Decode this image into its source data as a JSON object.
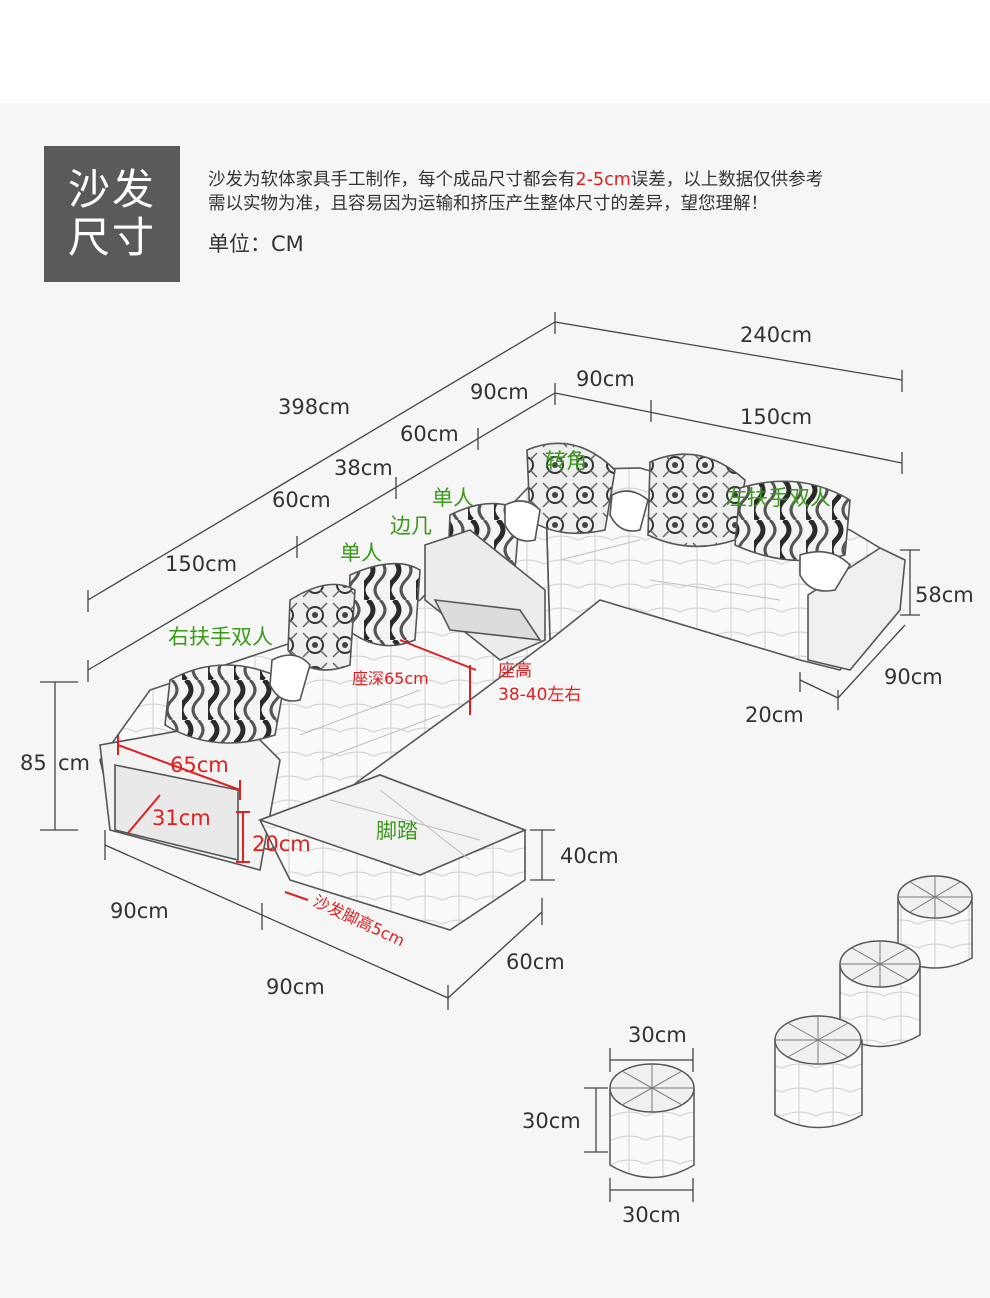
{
  "header": {
    "title_line1": "沙发",
    "title_line2": "尺寸",
    "notice_part1": "沙发为软体家具手工制作，每个成品尺寸都会有",
    "notice_highlight": "2-5cm",
    "notice_part2": "误差，以上数据仅供参考",
    "notice_line2": "需以实物为准，且容易因为运输和挤压产生整体尺寸的差异，望您理解！",
    "unit_label": "单位：CM"
  },
  "components": {
    "corner": "转角",
    "single_back": "单人",
    "side_table": "边几",
    "single_front": "单人",
    "left_loveseat": "左扶手双人",
    "right_loveseat": "右扶手双人",
    "footstool": "脚踏"
  },
  "dimensions": {
    "back_total": "240cm",
    "back_corner": "90cm",
    "back_left_seat": "150cm",
    "left_total": "398cm",
    "left_corner": "90cm",
    "left_single1": "60cm",
    "left_side_table": "38cm",
    "left_single2": "60cm",
    "left_loveseat": "150cm",
    "right_height": "58cm",
    "right_depth": "90cm",
    "right_arm": "20cm",
    "total_height": "85",
    "total_height_unit": "cm",
    "arm_depth": "65cm",
    "shelf_depth": "31cm",
    "shelf_height": "20cm",
    "stool_height": "40cm",
    "front_depth": "90cm",
    "stool_length": "90cm",
    "stool_width": "60cm",
    "leg_height": "沙发脚高5cm",
    "seat_depth": "座深65cm",
    "seat_height_label": "座高",
    "seat_height_value": "38-40左右",
    "ottoman_top": "30cm",
    "ottoman_height": "30cm",
    "ottoman_bottom": "30cm"
  },
  "colors": {
    "background": "#f6f6f6",
    "title_box": "#5a5a5a",
    "text": "#333333",
    "green_label": "#3a9a1a",
    "red_accent": "#e0201f",
    "line": "#444444"
  }
}
